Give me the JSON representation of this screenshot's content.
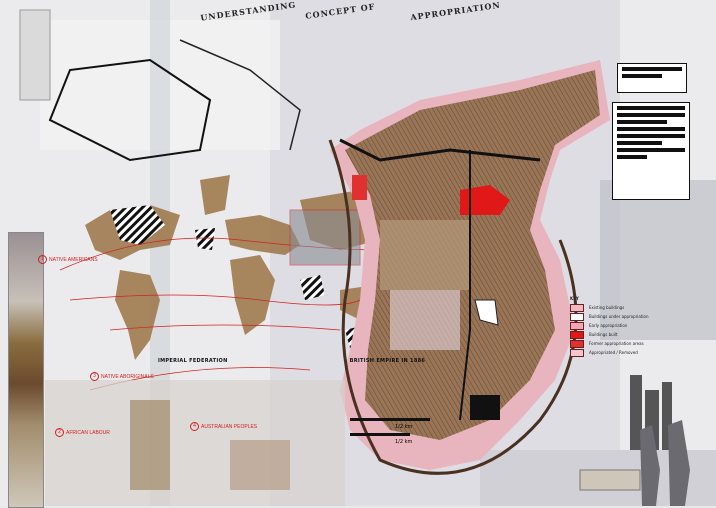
{
  "title": {
    "words": [
      "UNDERSTANDING",
      "CONCEPT OF",
      "APPROPRIATION"
    ]
  },
  "caption": {
    "left": "IMPERIAL FEDERATION",
    "right": "BRITISH EMPIRE IN 1886"
  },
  "labels": [
    {
      "number": "1",
      "text": "Native Americans"
    },
    {
      "number": "2",
      "text": "African Labour"
    },
    {
      "number": "3",
      "text": "Native Aboriginals"
    },
    {
      "number": "4",
      "text": "Australian Peoples"
    }
  ],
  "legend": {
    "title": "KEY",
    "items": [
      {
        "color": "#f2b8c0",
        "text": "Existing buildings"
      },
      {
        "color": "#ffffff",
        "text": "Buildings under appropriation"
      },
      {
        "color": "#f4a6b4",
        "text": "Early appropriation"
      },
      {
        "color": "#e01818",
        "text": "Buildings built"
      },
      {
        "color": "#e03030",
        "text": "Former appropriation areas"
      },
      {
        "color": "#f6c4cc",
        "text": "Appropriated / Removed"
      }
    ]
  },
  "scale": {
    "a": "1/2 km",
    "b": "1/2 km"
  },
  "colors": {
    "map_brown": "#a07a4e",
    "accent_red": "#d42020",
    "pink": "#f0b0bc"
  }
}
